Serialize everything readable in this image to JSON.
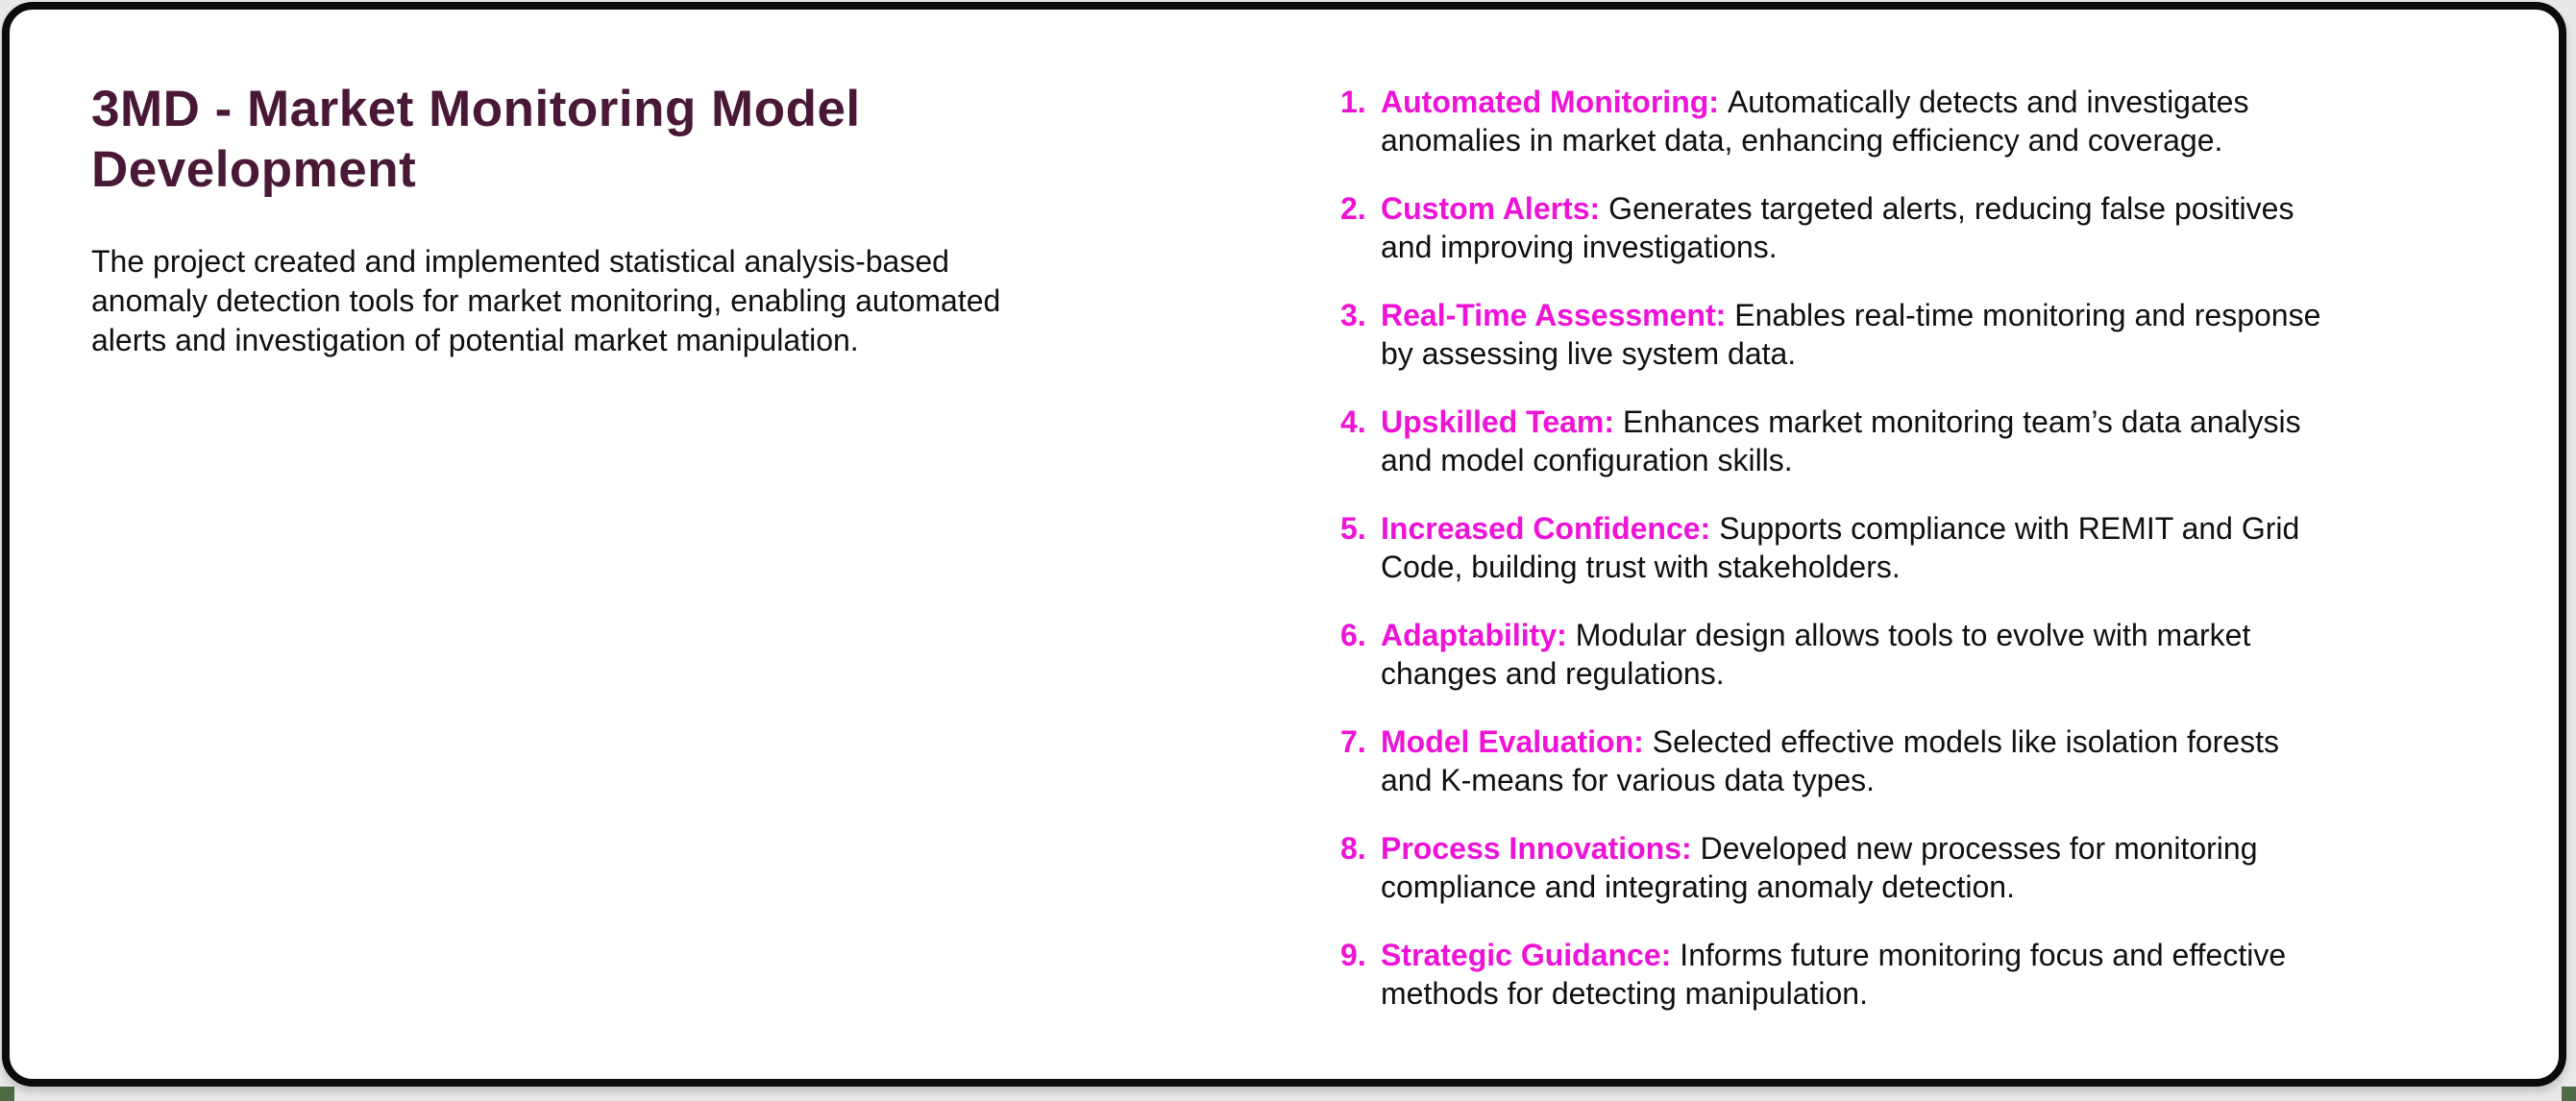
{
  "colors": {
    "accent": "#ee13d7",
    "title": "#481836",
    "text": "#101010",
    "border": "#0b0b0b",
    "card_bg": "#ffffff",
    "page_bg": "#e9e9e9",
    "corner_green": "#4e6b45"
  },
  "card": {
    "title": "3MD - Market Monitoring Model\nDevelopment",
    "intro": "The project created and implemented statistical analysis-based\nanomaly detection tools for market monitoring, enabling automated\nalerts and investigation of potential market manipulation.",
    "benefits": [
      {
        "num": "1.",
        "label": "Automated Monitoring:",
        "text": "Automatically detects and investigates\nanomalies in market data, enhancing efficiency and coverage."
      },
      {
        "num": "2.",
        "label": "Custom Alerts:",
        "text": "Generates targeted alerts, reducing false positives\nand improving investigations."
      },
      {
        "num": "3.",
        "label": "Real-Time Assessment:",
        "text": "Enables real-time monitoring and response\nby assessing live system data."
      },
      {
        "num": "4.",
        "label": "Upskilled Team:",
        "text": "Enhances market monitoring team’s data analysis\nand model configuration skills."
      },
      {
        "num": "5.",
        "label": "Increased Confidence:",
        "text": "Supports compliance with REMIT and Grid\nCode, building trust with stakeholders."
      },
      {
        "num": "6.",
        "label": "Adaptability:",
        "text": "Modular design allows tools to evolve with market\nchanges and regulations."
      },
      {
        "num": "7.",
        "label": "Model Evaluation:",
        "text": "Selected effective models like isolation forests\nand K-means for various data types."
      },
      {
        "num": "8.",
        "label": "Process Innovations:",
        "text": "Developed new processes for monitoring\ncompliance and integrating anomaly detection."
      },
      {
        "num": "9.",
        "label": "Strategic Guidance:",
        "text": "Informs future monitoring focus and effective\nmethods for detecting manipulation."
      }
    ]
  }
}
